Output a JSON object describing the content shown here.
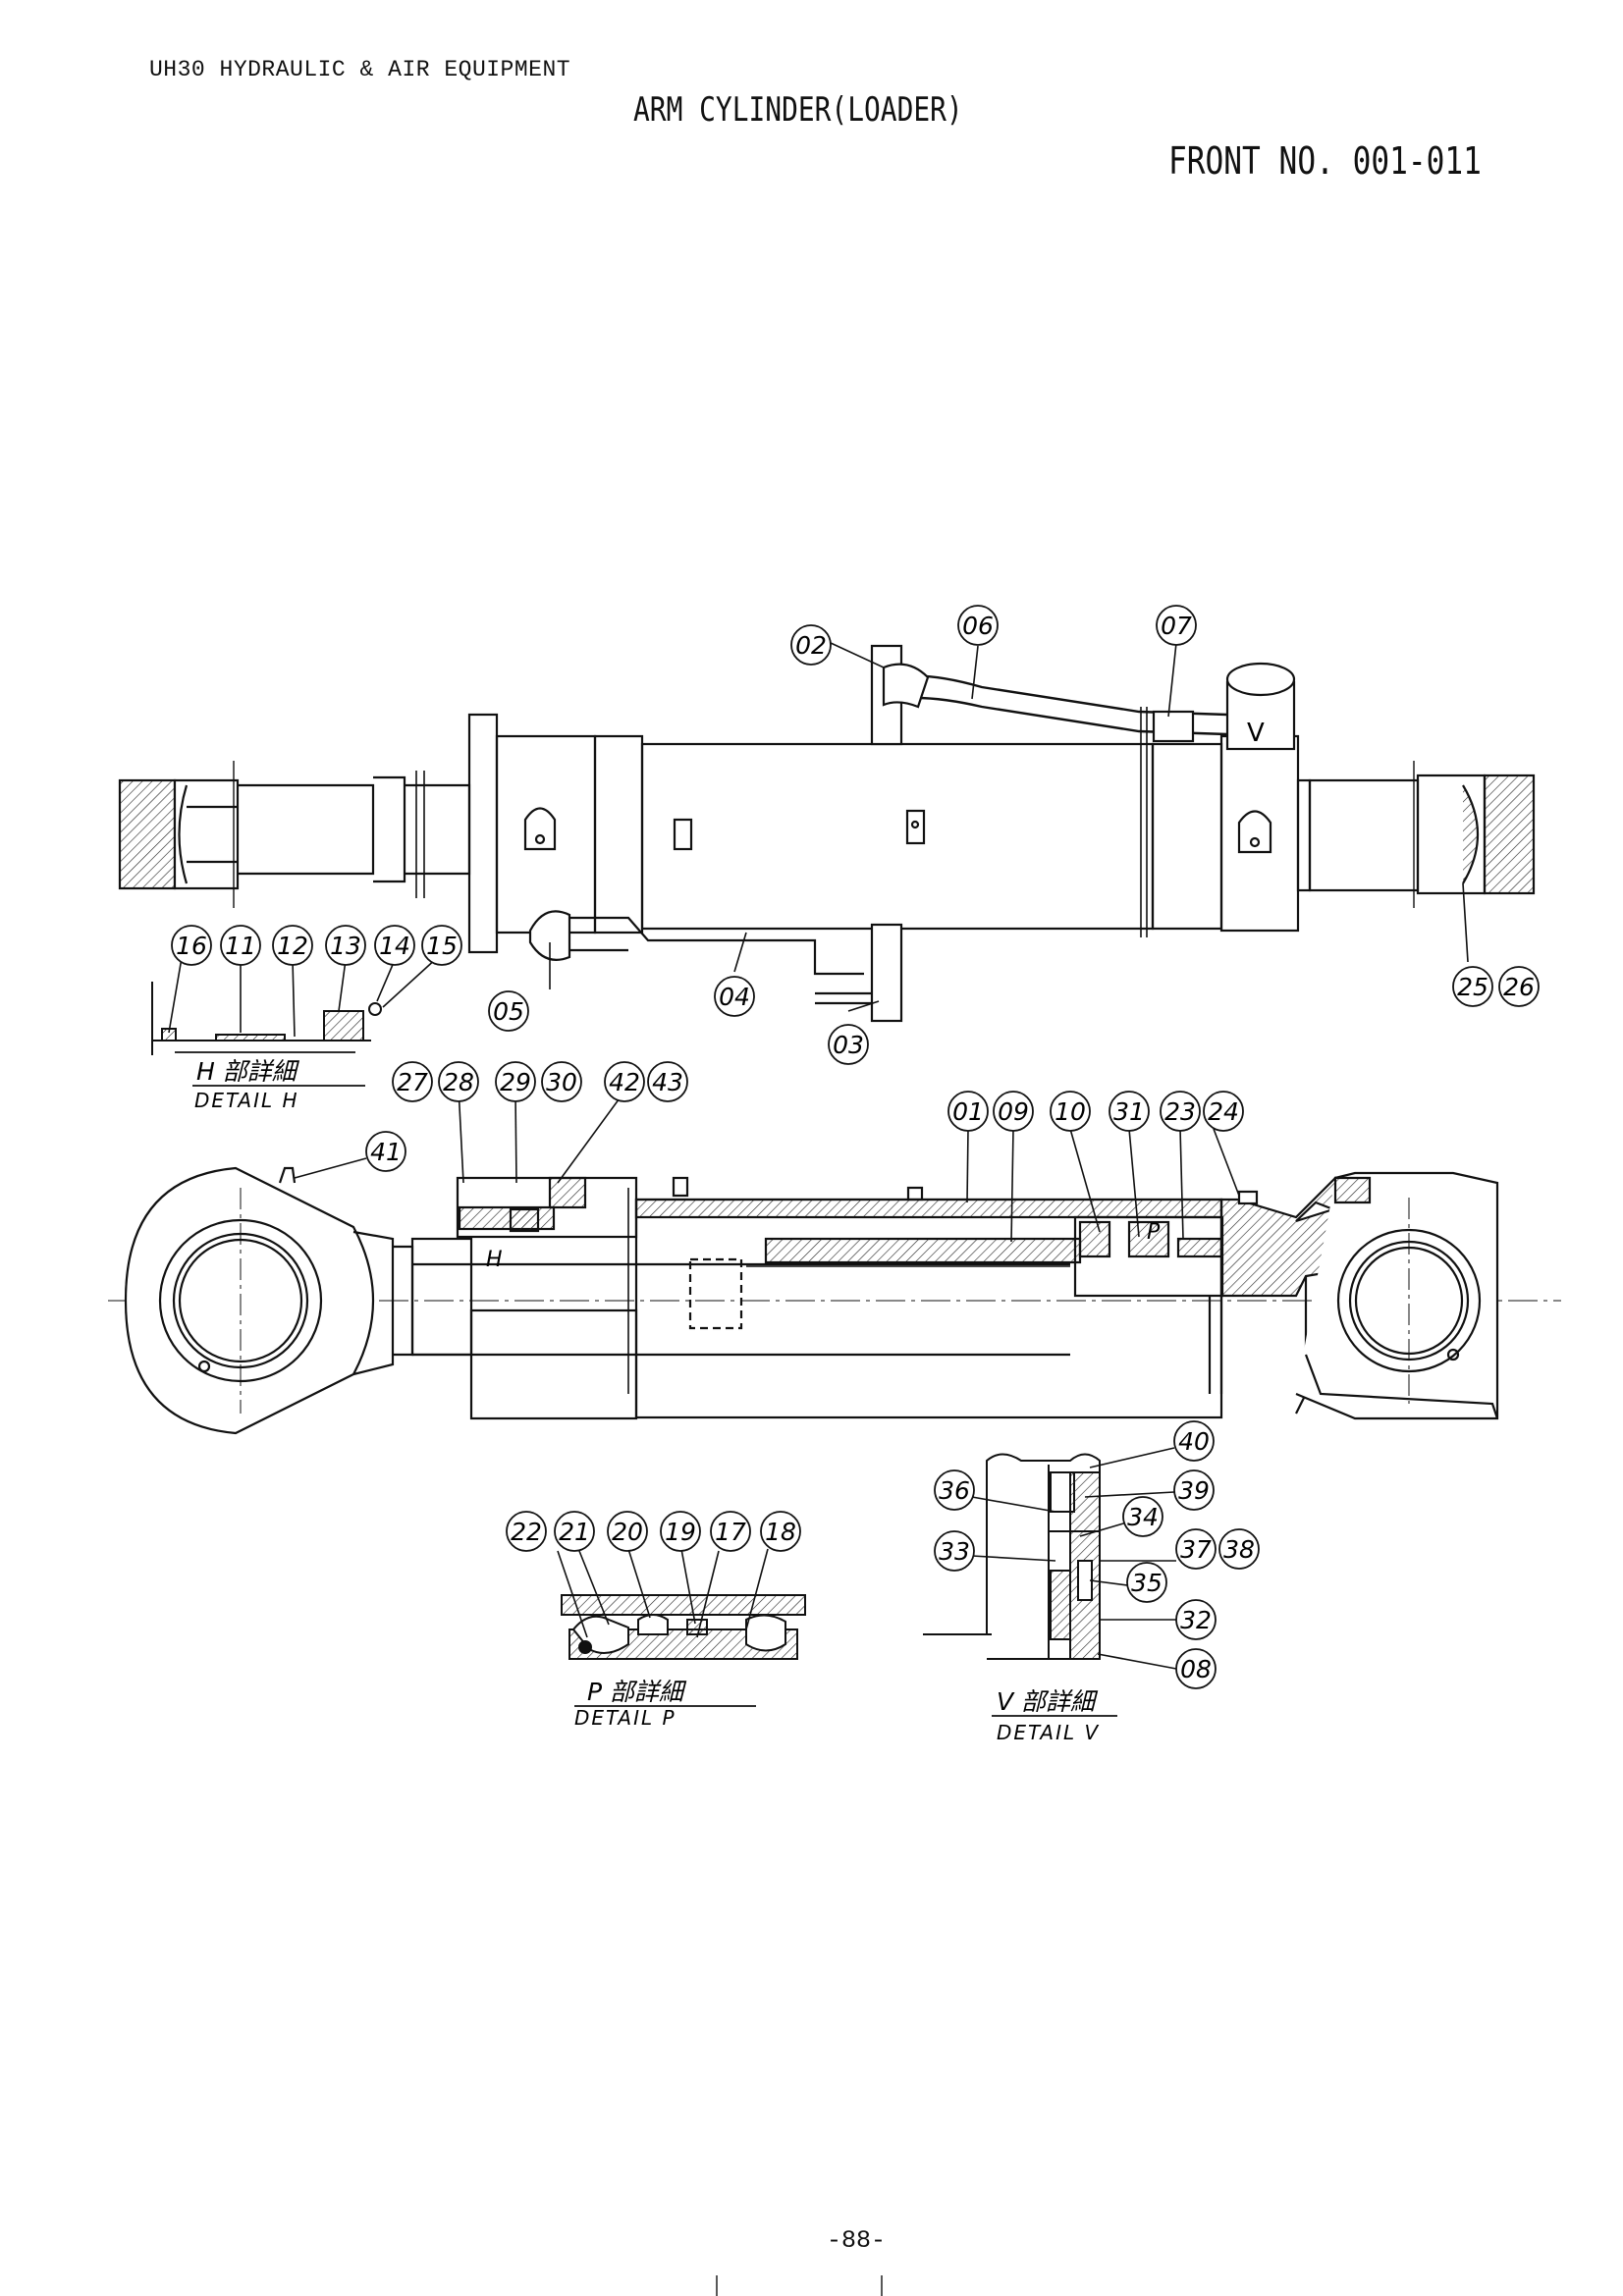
{
  "header": {
    "series": "UH30 HYDRAULIC & AIR EQUIPMENT",
    "title": "ARM CYLINDER(LOADER)",
    "front_no": "FRONT NO. 001-011"
  },
  "markers": {
    "v": "V",
    "h": "H",
    "p": "P"
  },
  "details": {
    "h": {
      "ja": "H 部詳細",
      "en": "DETAIL H"
    },
    "p": {
      "ja": "P 部詳細",
      "en": "DETAIL P"
    },
    "v": {
      "ja": "V 部詳細",
      "en": "DETAIL V"
    }
  },
  "callouts": [
    "01",
    "02",
    "03",
    "04",
    "05",
    "06",
    "07",
    "08",
    "09",
    "10",
    "11",
    "12",
    "13",
    "14",
    "15",
    "16",
    "17",
    "18",
    "19",
    "20",
    "21",
    "22",
    "23",
    "24",
    "25",
    "26",
    "27",
    "28",
    "29",
    "30",
    "31",
    "32",
    "33",
    "34",
    "35",
    "36",
    "37",
    "38",
    "39",
    "40",
    "41",
    "42",
    "43"
  ],
  "page_number": "-88-"
}
